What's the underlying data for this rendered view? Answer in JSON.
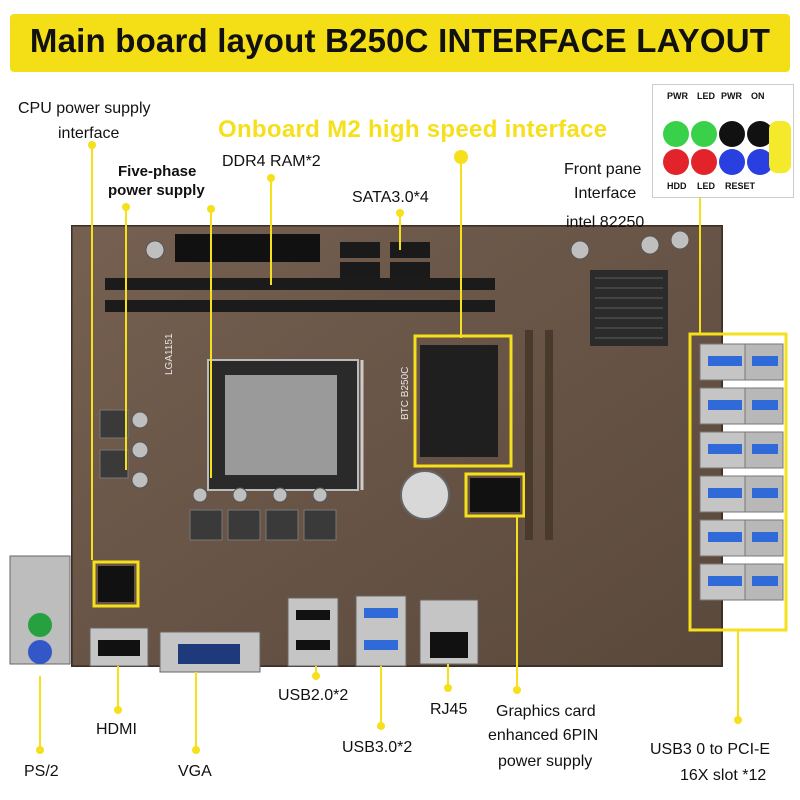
{
  "title": "Main board layout B250C INTERFACE LAYOUT",
  "m2_label": "Onboard M2 high speed interface",
  "labels": {
    "cpu_power_1": "CPU power supply",
    "cpu_power_2": "interface",
    "five_phase_1": "Five-phase",
    "five_phase_2": "power supply",
    "ddr4": "DDR4 RAM*2",
    "sata": "SATA3.0*4",
    "front_panel_1": "Front pane",
    "front_panel_2": "Interface",
    "intel": "intel 82250",
    "hdmi": "HDMI",
    "ps2": "PS/2",
    "vga": "VGA",
    "usb2": "USB2.0*2",
    "usb3": "USB3.0*2",
    "rj45": "RJ45",
    "gpu_power_1": "Graphics card",
    "gpu_power_2": "enhanced 6PIN",
    "gpu_power_3": "power supply",
    "usb_pcie_1": "USB3 0 to PCI-E",
    "usb_pcie_2": "16X slot *12"
  },
  "legend": {
    "top": [
      "PWR",
      "LED",
      "PWR",
      "ON"
    ],
    "bottom": [
      "HDD",
      "LED",
      "RESET"
    ],
    "colors": [
      "#3ad14a",
      "#3ad14a",
      "#111111",
      "#111111",
      "#e2242a",
      "#e2242a",
      "#2a3fe0",
      "#2a3fe0",
      "#f4e92a"
    ]
  },
  "board_text": {
    "socket": "LGA1151",
    "model": "BTC B250C"
  },
  "colors": {
    "accent": "#f6df1b",
    "board": "#6a5647"
  }
}
